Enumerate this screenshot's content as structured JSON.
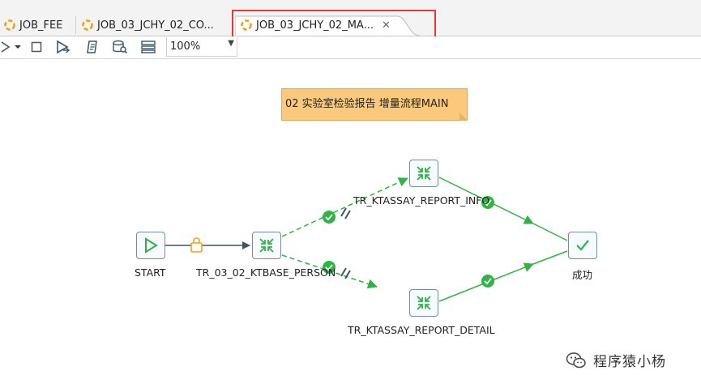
{
  "tabs": [
    {
      "label": "JOB_FEE",
      "active": false
    },
    {
      "label": "JOB_03_JCHY_02_CO...",
      "active": false
    },
    {
      "label": "JOB_03_JCHY_02_MA...",
      "active": true
    }
  ],
  "toolbar": {
    "zoom_value": "100%"
  },
  "note": {
    "text": "02 实验室检验报告 增量流程MAIN"
  },
  "nodes": {
    "start": {
      "label": "START",
      "icon": "play-icon"
    },
    "ktbase": {
      "label": "TR_03_02_KTBASE_PERSON",
      "icon": "transformation-icon"
    },
    "report_info": {
      "label": "TR_KTASSAY_REPORT_INFO",
      "icon": "transformation-icon"
    },
    "report_detail": {
      "label": "TR_KTASSAY_REPORT_DETAIL",
      "icon": "transformation-icon"
    },
    "success": {
      "label": "成功",
      "icon": "checkmark-icon"
    }
  },
  "colors": {
    "hop_green": "#2fb344",
    "hop_dark": "#3d5566",
    "lock": "#f0a020",
    "highlight": "#e53935",
    "note_bg": "#fbc97c"
  },
  "watermark": {
    "text": "程序猿小杨"
  }
}
